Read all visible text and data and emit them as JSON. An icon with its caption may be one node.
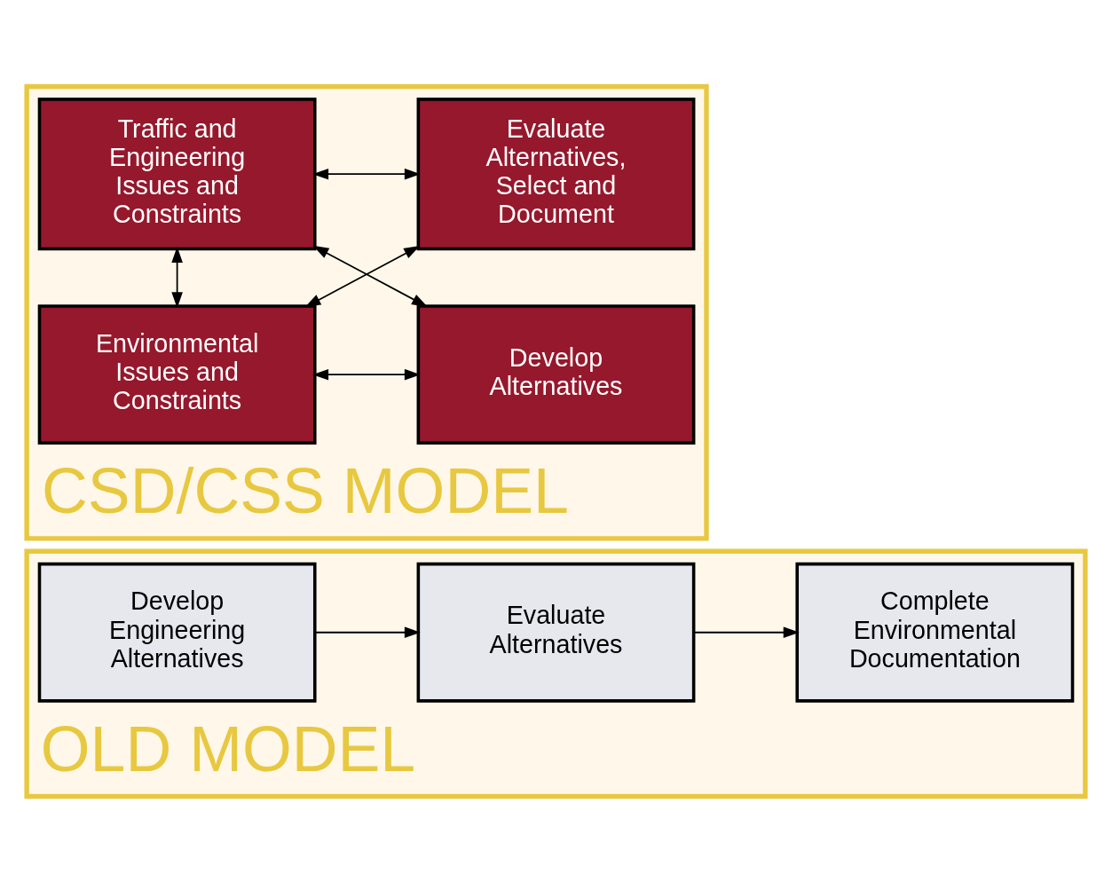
{
  "diagram": {
    "nodes": [
      {
        "text": [
          "OLD MODEL"
        ]
      },
      {
        "text": [
          "Develop Engineering Alternatives"
        ],
        "in": 0
      },
      {
        "text": [
          "Evaluate Alternatives"
        ],
        "in": 0
      },
      {
        "text": [
          "Complete Environmental Documentation"
        ],
        "in": 0
      },
      {
        "text": [
          "CSD/CSS MODEL"
        ]
      },
      {
        "text": [
          "Traffic and Engineering Issues and Constraints"
        ],
        "in": 4
      },
      {
        "text": [
          "Environmental Issues and Constraints"
        ],
        "in": 4
      },
      {
        "text": [
          "Develop Alternatives"
        ],
        "in": 4
      },
      {
        "text": [
          "Evaluate Alternatives, Select and Document"
        ],
        "in": 4
      }
    ],
    "edges": [
      {
        "from": 1,
        "to": 2,
        "arrow": "to"
      },
      {
        "from": 2,
        "to": 3,
        "arrow": "to"
      },
      {
        "from": 5,
        "to": 8,
        "arrow": "both"
      },
      {
        "from": 5,
        "to": 7,
        "arrow": "both"
      },
      {
        "from": 6,
        "to": 7,
        "arrow": "both"
      },
      {
        "from": 6,
        "to": 8,
        "arrow": "both"
      },
      {
        "from": 5,
        "to": 6,
        "arrow": "both"
      }
    ]
  }
}
